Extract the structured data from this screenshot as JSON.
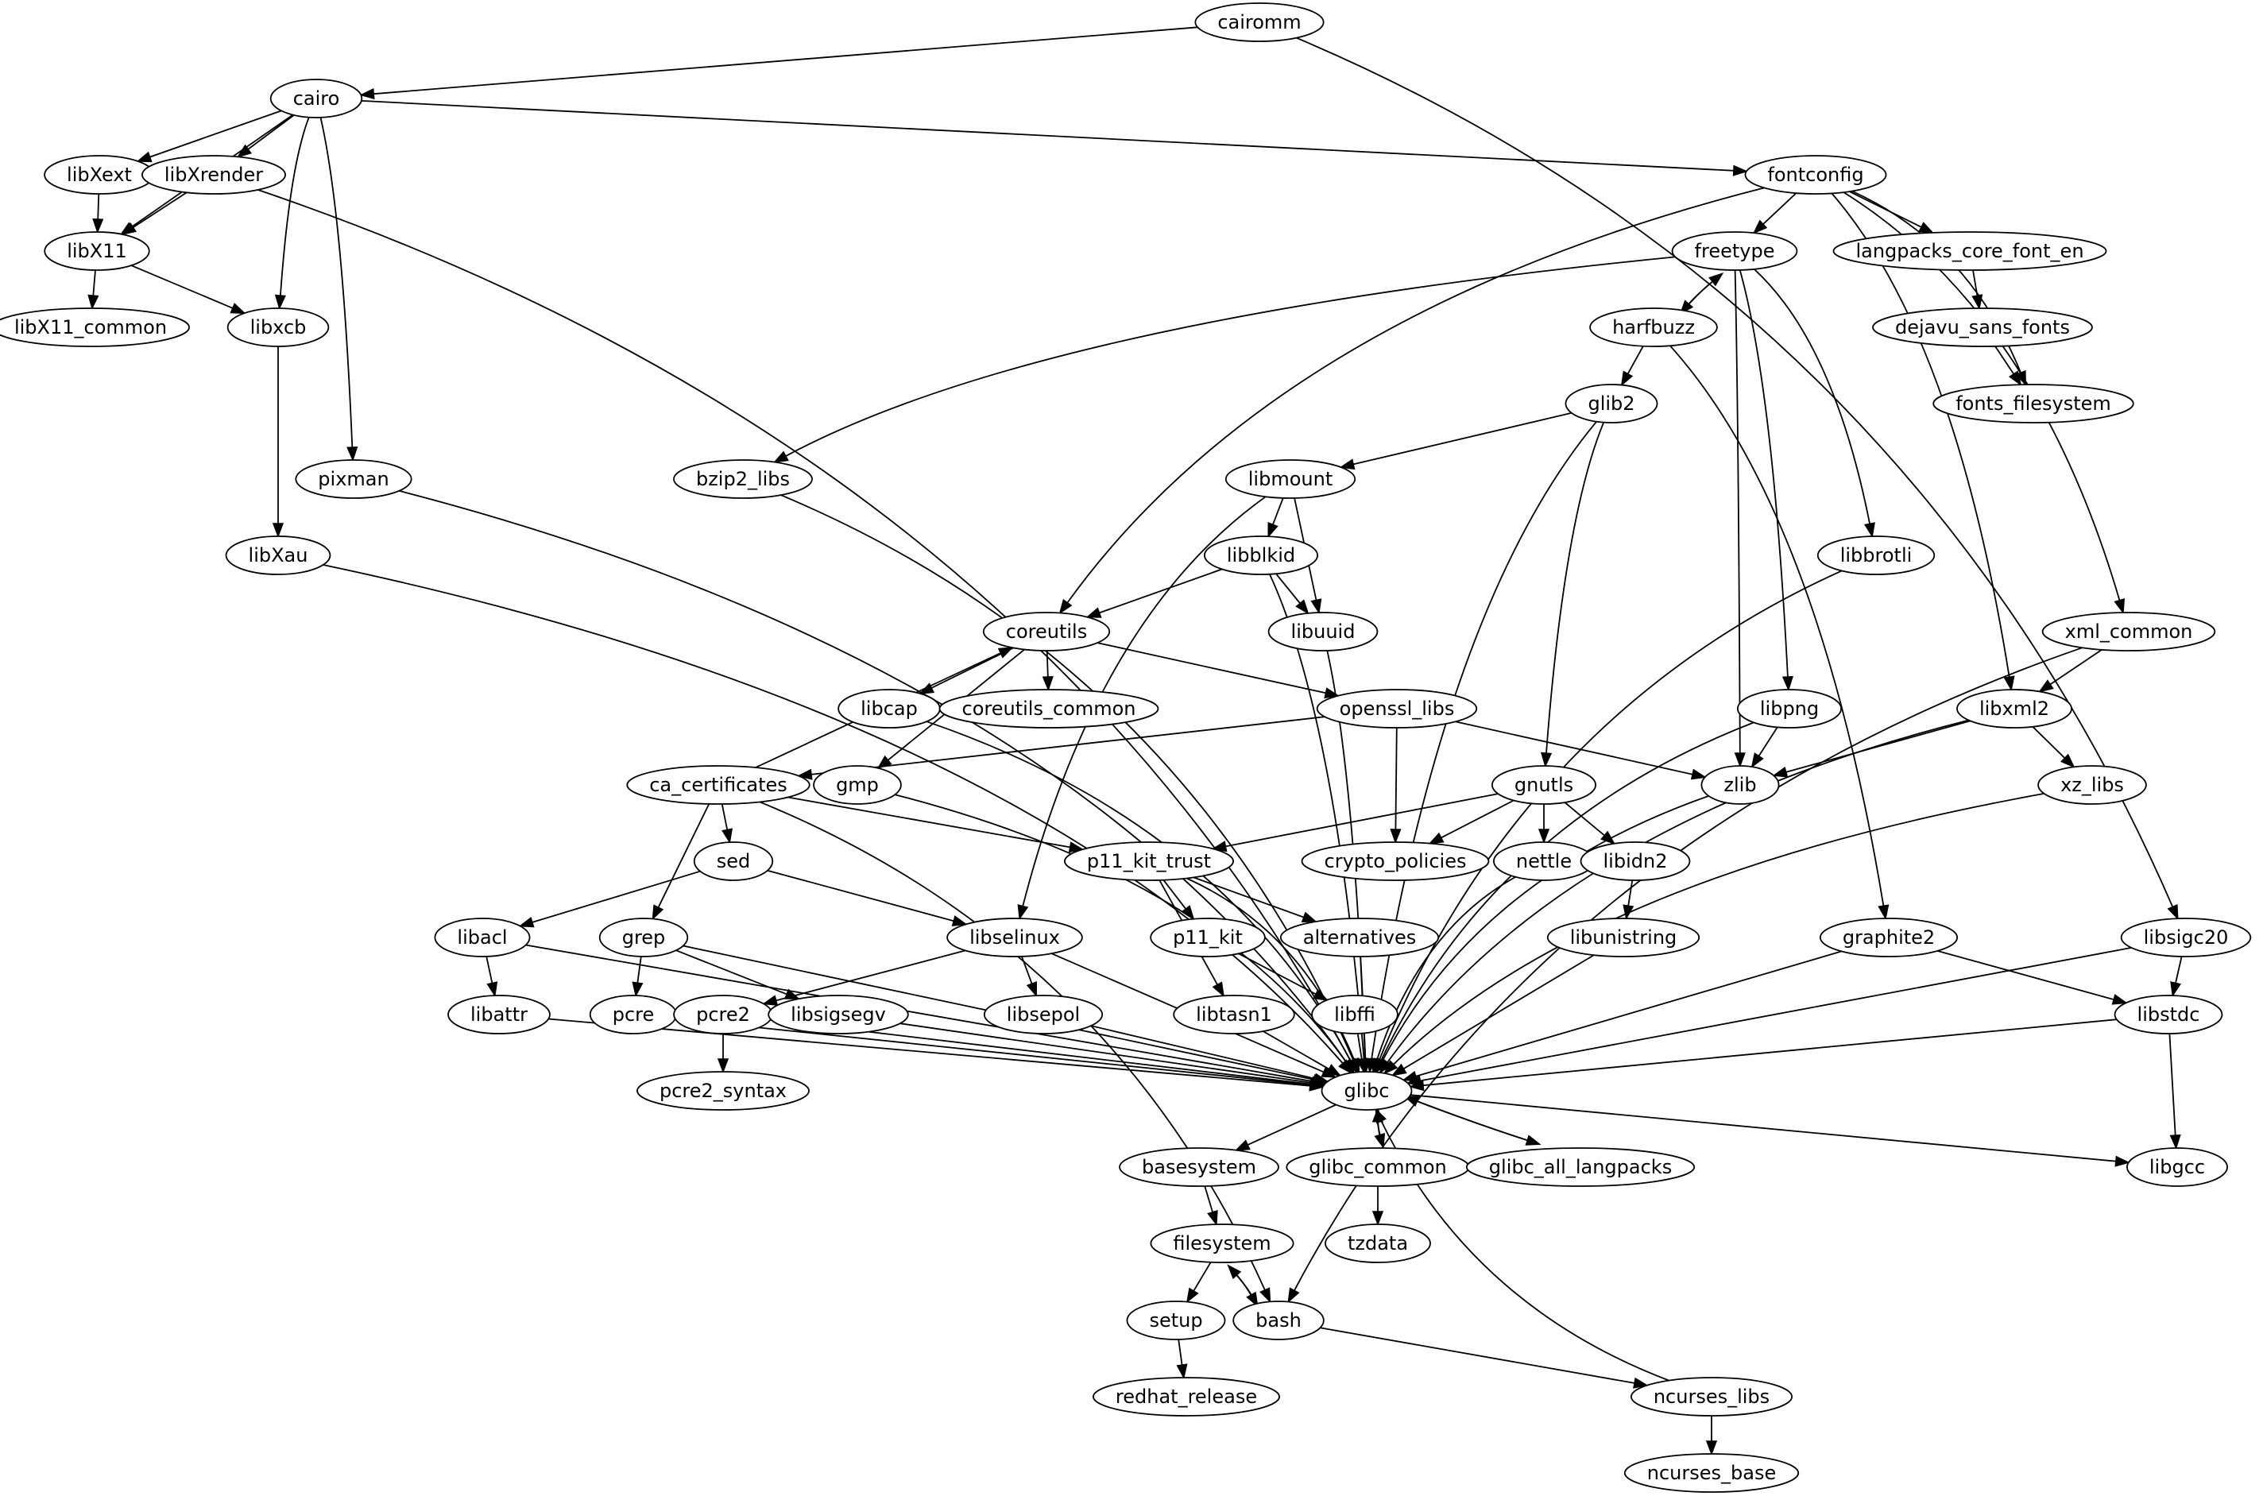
{
  "diagram": {
    "type": "directed-graph",
    "description": "Package dependency graph",
    "colors": {
      "node_fill": "#ffffff",
      "stroke": "#000000",
      "text": "#000000",
      "background": "#ffffff"
    },
    "nodes": [
      {
        "id": "cairomm",
        "label": "cairomm"
      },
      {
        "id": "cairo",
        "label": "cairo"
      },
      {
        "id": "libXext",
        "label": "libXext"
      },
      {
        "id": "libXrender",
        "label": "libXrender"
      },
      {
        "id": "libX11",
        "label": "libX11"
      },
      {
        "id": "libX11_common",
        "label": "libX11_common"
      },
      {
        "id": "libxcb",
        "label": "libxcb"
      },
      {
        "id": "pixman",
        "label": "pixman"
      },
      {
        "id": "libXau",
        "label": "libXau"
      },
      {
        "id": "fontconfig",
        "label": "fontconfig"
      },
      {
        "id": "freetype",
        "label": "freetype"
      },
      {
        "id": "langpacks_core_font_en",
        "label": "langpacks_core_font_en"
      },
      {
        "id": "harfbuzz",
        "label": "harfbuzz"
      },
      {
        "id": "dejavu_sans_fonts",
        "label": "dejavu_sans_fonts"
      },
      {
        "id": "glib2",
        "label": "glib2"
      },
      {
        "id": "fonts_filesystem",
        "label": "fonts_filesystem"
      },
      {
        "id": "bzip2_libs",
        "label": "bzip2_libs"
      },
      {
        "id": "libmount",
        "label": "libmount"
      },
      {
        "id": "libblkid",
        "label": "libblkid"
      },
      {
        "id": "libbrotli",
        "label": "libbrotli"
      },
      {
        "id": "coreutils",
        "label": "coreutils"
      },
      {
        "id": "libuuid",
        "label": "libuuid"
      },
      {
        "id": "xml_common",
        "label": "xml_common"
      },
      {
        "id": "libcap",
        "label": "libcap"
      },
      {
        "id": "coreutils_common",
        "label": "coreutils_common"
      },
      {
        "id": "openssl_libs",
        "label": "openssl_libs"
      },
      {
        "id": "libpng",
        "label": "libpng"
      },
      {
        "id": "libxml2",
        "label": "libxml2"
      },
      {
        "id": "ca_certificates",
        "label": "ca_certificates"
      },
      {
        "id": "gmp",
        "label": "gmp"
      },
      {
        "id": "gnutls",
        "label": "gnutls"
      },
      {
        "id": "zlib",
        "label": "zlib"
      },
      {
        "id": "xz_libs",
        "label": "xz_libs"
      },
      {
        "id": "sed",
        "label": "sed"
      },
      {
        "id": "p11_kit_trust",
        "label": "p11_kit_trust"
      },
      {
        "id": "crypto_policies",
        "label": "crypto_policies"
      },
      {
        "id": "nettle",
        "label": "nettle"
      },
      {
        "id": "libidn2",
        "label": "libidn2"
      },
      {
        "id": "libacl",
        "label": "libacl"
      },
      {
        "id": "grep",
        "label": "grep"
      },
      {
        "id": "libselinux",
        "label": "libselinux"
      },
      {
        "id": "p11_kit",
        "label": "p11_kit"
      },
      {
        "id": "alternatives",
        "label": "alternatives"
      },
      {
        "id": "libunistring",
        "label": "libunistring"
      },
      {
        "id": "graphite2",
        "label": "graphite2"
      },
      {
        "id": "libsigc20",
        "label": "libsigc20"
      },
      {
        "id": "libattr",
        "label": "libattr"
      },
      {
        "id": "pcre",
        "label": "pcre"
      },
      {
        "id": "pcre2",
        "label": "pcre2"
      },
      {
        "id": "libsigsegv",
        "label": "libsigsegv"
      },
      {
        "id": "libsepol",
        "label": "libsepol"
      },
      {
        "id": "libtasn1",
        "label": "libtasn1"
      },
      {
        "id": "libffi",
        "label": "libffi"
      },
      {
        "id": "libstdc",
        "label": "libstdc"
      },
      {
        "id": "glibc",
        "label": "glibc"
      },
      {
        "id": "pcre2_syntax",
        "label": "pcre2_syntax"
      },
      {
        "id": "basesystem",
        "label": "basesystem"
      },
      {
        "id": "glibc_common",
        "label": "glibc_common"
      },
      {
        "id": "glibc_all_langpacks",
        "label": "glibc_all_langpacks"
      },
      {
        "id": "libgcc",
        "label": "libgcc"
      },
      {
        "id": "filesystem",
        "label": "filesystem"
      },
      {
        "id": "tzdata",
        "label": "tzdata"
      },
      {
        "id": "setup",
        "label": "setup"
      },
      {
        "id": "bash",
        "label": "bash"
      },
      {
        "id": "redhat_release",
        "label": "redhat_release"
      },
      {
        "id": "ncurses_libs",
        "label": "ncurses_libs"
      },
      {
        "id": "ncurses_base",
        "label": "ncurses_base"
      }
    ],
    "edges": [
      [
        "cairomm",
        "cairo"
      ],
      [
        "cairomm",
        "libsigc20"
      ],
      [
        "cairo",
        "libXext"
      ],
      [
        "cairo",
        "libXrender"
      ],
      [
        "cairo",
        "libX11"
      ],
      [
        "cairo",
        "libxcb"
      ],
      [
        "cairo",
        "pixman"
      ],
      [
        "cairo",
        "fontconfig"
      ],
      [
        "libXext",
        "libX11"
      ],
      [
        "libXrender",
        "libX11"
      ],
      [
        "libXrender",
        "glibc"
      ],
      [
        "libX11",
        "libX11_common"
      ],
      [
        "libX11",
        "libxcb"
      ],
      [
        "libxcb",
        "libXau"
      ],
      [
        "libXau",
        "glibc"
      ],
      [
        "pixman",
        "glibc"
      ],
      [
        "fontconfig",
        "coreutils"
      ],
      [
        "fontconfig",
        "freetype"
      ],
      [
        "fontconfig",
        "langpacks_core_font_en"
      ],
      [
        "fontconfig",
        "libxml2"
      ],
      [
        "fontconfig",
        "fonts_filesystem"
      ],
      [
        "fontconfig",
        "xml_common"
      ],
      [
        "freetype",
        "harfbuzz"
      ],
      [
        "harfbuzz",
        "freetype"
      ],
      [
        "freetype",
        "bzip2_libs"
      ],
      [
        "freetype",
        "zlib"
      ],
      [
        "freetype",
        "libpng"
      ],
      [
        "freetype",
        "libbrotli"
      ],
      [
        "langpacks_core_font_en",
        "dejavu_sans_fonts"
      ],
      [
        "dejavu_sans_fonts",
        "fonts_filesystem"
      ],
      [
        "harfbuzz",
        "glib2"
      ],
      [
        "harfbuzz",
        "graphite2"
      ],
      [
        "glib2",
        "libmount"
      ],
      [
        "glib2",
        "gnutls"
      ],
      [
        "glib2",
        "glibc"
      ],
      [
        "bzip2_libs",
        "glibc"
      ],
      [
        "libmount",
        "libblkid"
      ],
      [
        "libmount",
        "libuuid"
      ],
      [
        "libmount",
        "libselinux"
      ],
      [
        "libblkid",
        "coreutils"
      ],
      [
        "libblkid",
        "libuuid"
      ],
      [
        "libblkid",
        "glibc"
      ],
      [
        "libuuid",
        "glibc"
      ],
      [
        "libbrotli",
        "glibc"
      ],
      [
        "coreutils",
        "libcap"
      ],
      [
        "coreutils",
        "coreutils_common"
      ],
      [
        "coreutils",
        "openssl_libs"
      ],
      [
        "coreutils",
        "gmp"
      ],
      [
        "ca_certificates",
        "coreutils"
      ],
      [
        "openssl_libs",
        "ca_certificates"
      ],
      [
        "openssl_libs",
        "crypto_policies"
      ],
      [
        "openssl_libs",
        "zlib"
      ],
      [
        "xml_common",
        "libxml2"
      ],
      [
        "xml_common",
        "bash"
      ],
      [
        "libxml2",
        "zlib"
      ],
      [
        "libxml2",
        "xz_libs"
      ],
      [
        "libxml2",
        "glibc"
      ],
      [
        "libpng",
        "zlib"
      ],
      [
        "libpng",
        "glibc"
      ],
      [
        "libcap",
        "glibc"
      ],
      [
        "gmp",
        "glibc"
      ],
      [
        "ca_certificates",
        "sed"
      ],
      [
        "ca_certificates",
        "grep"
      ],
      [
        "ca_certificates",
        "p11_kit_trust"
      ],
      [
        "ca_certificates",
        "bash"
      ],
      [
        "gnutls",
        "p11_kit_trust"
      ],
      [
        "gnutls",
        "crypto_policies"
      ],
      [
        "gnutls",
        "nettle"
      ],
      [
        "gnutls",
        "libidn2"
      ],
      [
        "zlib",
        "glibc"
      ],
      [
        "xz_libs",
        "glibc"
      ],
      [
        "sed",
        "libacl"
      ],
      [
        "sed",
        "libselinux"
      ],
      [
        "p11_kit_trust",
        "p11_kit"
      ],
      [
        "p11_kit_trust",
        "alternatives"
      ],
      [
        "p11_kit_trust",
        "libtasn1"
      ],
      [
        "p11_kit_trust",
        "glibc"
      ],
      [
        "nettle",
        "glibc"
      ],
      [
        "libidn2",
        "libunistring"
      ],
      [
        "libunistring",
        "glibc"
      ],
      [
        "libacl",
        "libattr"
      ],
      [
        "libacl",
        "glibc"
      ],
      [
        "grep",
        "pcre"
      ],
      [
        "grep",
        "libsigsegv"
      ],
      [
        "grep",
        "glibc"
      ],
      [
        "libselinux",
        "pcre2"
      ],
      [
        "libselinux",
        "libsepol"
      ],
      [
        "libselinux",
        "glibc"
      ],
      [
        "p11_kit",
        "libffi"
      ],
      [
        "alternatives",
        "glibc"
      ],
      [
        "graphite2",
        "glibc"
      ],
      [
        "graphite2",
        "libstdc"
      ],
      [
        "libsigc20",
        "libstdc"
      ],
      [
        "libsigc20",
        "glibc"
      ],
      [
        "libattr",
        "glibc"
      ],
      [
        "pcre",
        "glibc"
      ],
      [
        "pcre2",
        "glibc"
      ],
      [
        "pcre2",
        "pcre2_syntax"
      ],
      [
        "libsigsegv",
        "glibc"
      ],
      [
        "libsepol",
        "glibc"
      ],
      [
        "libtasn1",
        "glibc"
      ],
      [
        "libffi",
        "glibc"
      ],
      [
        "libstdc",
        "glibc"
      ],
      [
        "libstdc",
        "libgcc"
      ],
      [
        "glibc",
        "basesystem"
      ],
      [
        "glibc",
        "glibc_common"
      ],
      [
        "glibc_common",
        "glibc"
      ],
      [
        "glibc",
        "glibc_all_langpacks"
      ],
      [
        "glibc_all_langpacks",
        "glibc"
      ],
      [
        "glibc",
        "libgcc"
      ],
      [
        "glibc_common",
        "tzdata"
      ],
      [
        "basesystem",
        "filesystem"
      ],
      [
        "filesystem",
        "setup"
      ],
      [
        "filesystem",
        "bash"
      ],
      [
        "bash",
        "filesystem"
      ],
      [
        "setup",
        "redhat_release"
      ],
      [
        "bash",
        "ncurses_libs"
      ],
      [
        "ncurses_libs",
        "glibc"
      ],
      [
        "ncurses_libs",
        "ncurses_base"
      ]
    ]
  }
}
